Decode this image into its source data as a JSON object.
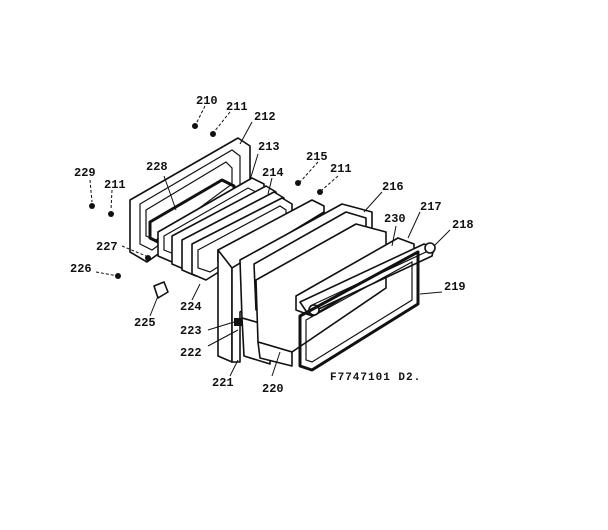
{
  "diagram": {
    "drawing_code": "F7747101 D2.",
    "labels": {
      "l210": "210",
      "l211a": "211",
      "l211b": "211",
      "l211c": "211",
      "l212": "212",
      "l213": "213",
      "l214": "214",
      "l215": "215",
      "l216": "216",
      "l217": "217",
      "l218": "218",
      "l219": "219",
      "l220": "220",
      "l221": "221",
      "l222": "222",
      "l223": "223",
      "l224": "224",
      "l225": "225",
      "l226": "226",
      "l227": "227",
      "l228": "228",
      "l229": "229",
      "l230": "230"
    }
  }
}
